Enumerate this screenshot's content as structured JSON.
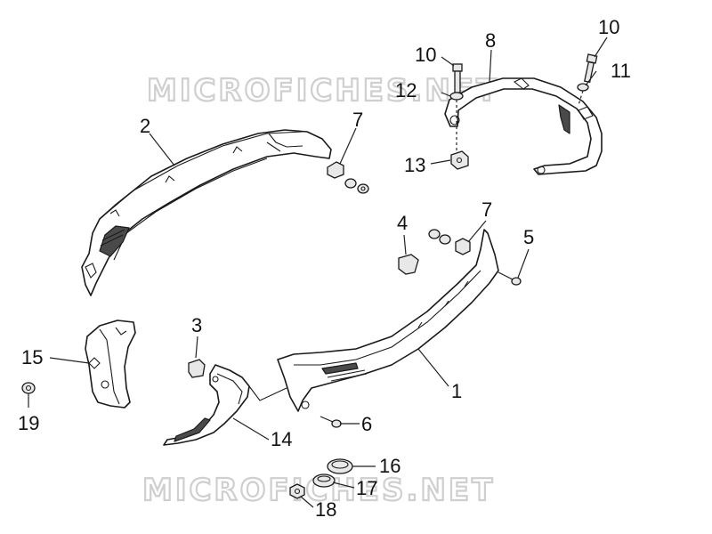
{
  "watermarks": [
    "MICROFICHES.NET",
    "MICROFICHES.NET"
  ],
  "callouts": [
    {
      "id": "c1",
      "label": "1"
    },
    {
      "id": "c2",
      "label": "2"
    },
    {
      "id": "c3",
      "label": "3"
    },
    {
      "id": "c4",
      "label": "4"
    },
    {
      "id": "c5",
      "label": "5"
    },
    {
      "id": "c6",
      "label": "6"
    },
    {
      "id": "c7a",
      "label": "7"
    },
    {
      "id": "c7b",
      "label": "7"
    },
    {
      "id": "c8",
      "label": "8"
    },
    {
      "id": "c10a",
      "label": "10"
    },
    {
      "id": "c10b",
      "label": "10"
    },
    {
      "id": "c11",
      "label": "11"
    },
    {
      "id": "c12",
      "label": "12"
    },
    {
      "id": "c13",
      "label": "13"
    },
    {
      "id": "c14",
      "label": "14"
    },
    {
      "id": "c15",
      "label": "15"
    },
    {
      "id": "c16",
      "label": "16"
    },
    {
      "id": "c17",
      "label": "17"
    },
    {
      "id": "c18",
      "label": "18"
    },
    {
      "id": "c19",
      "label": "19"
    }
  ]
}
